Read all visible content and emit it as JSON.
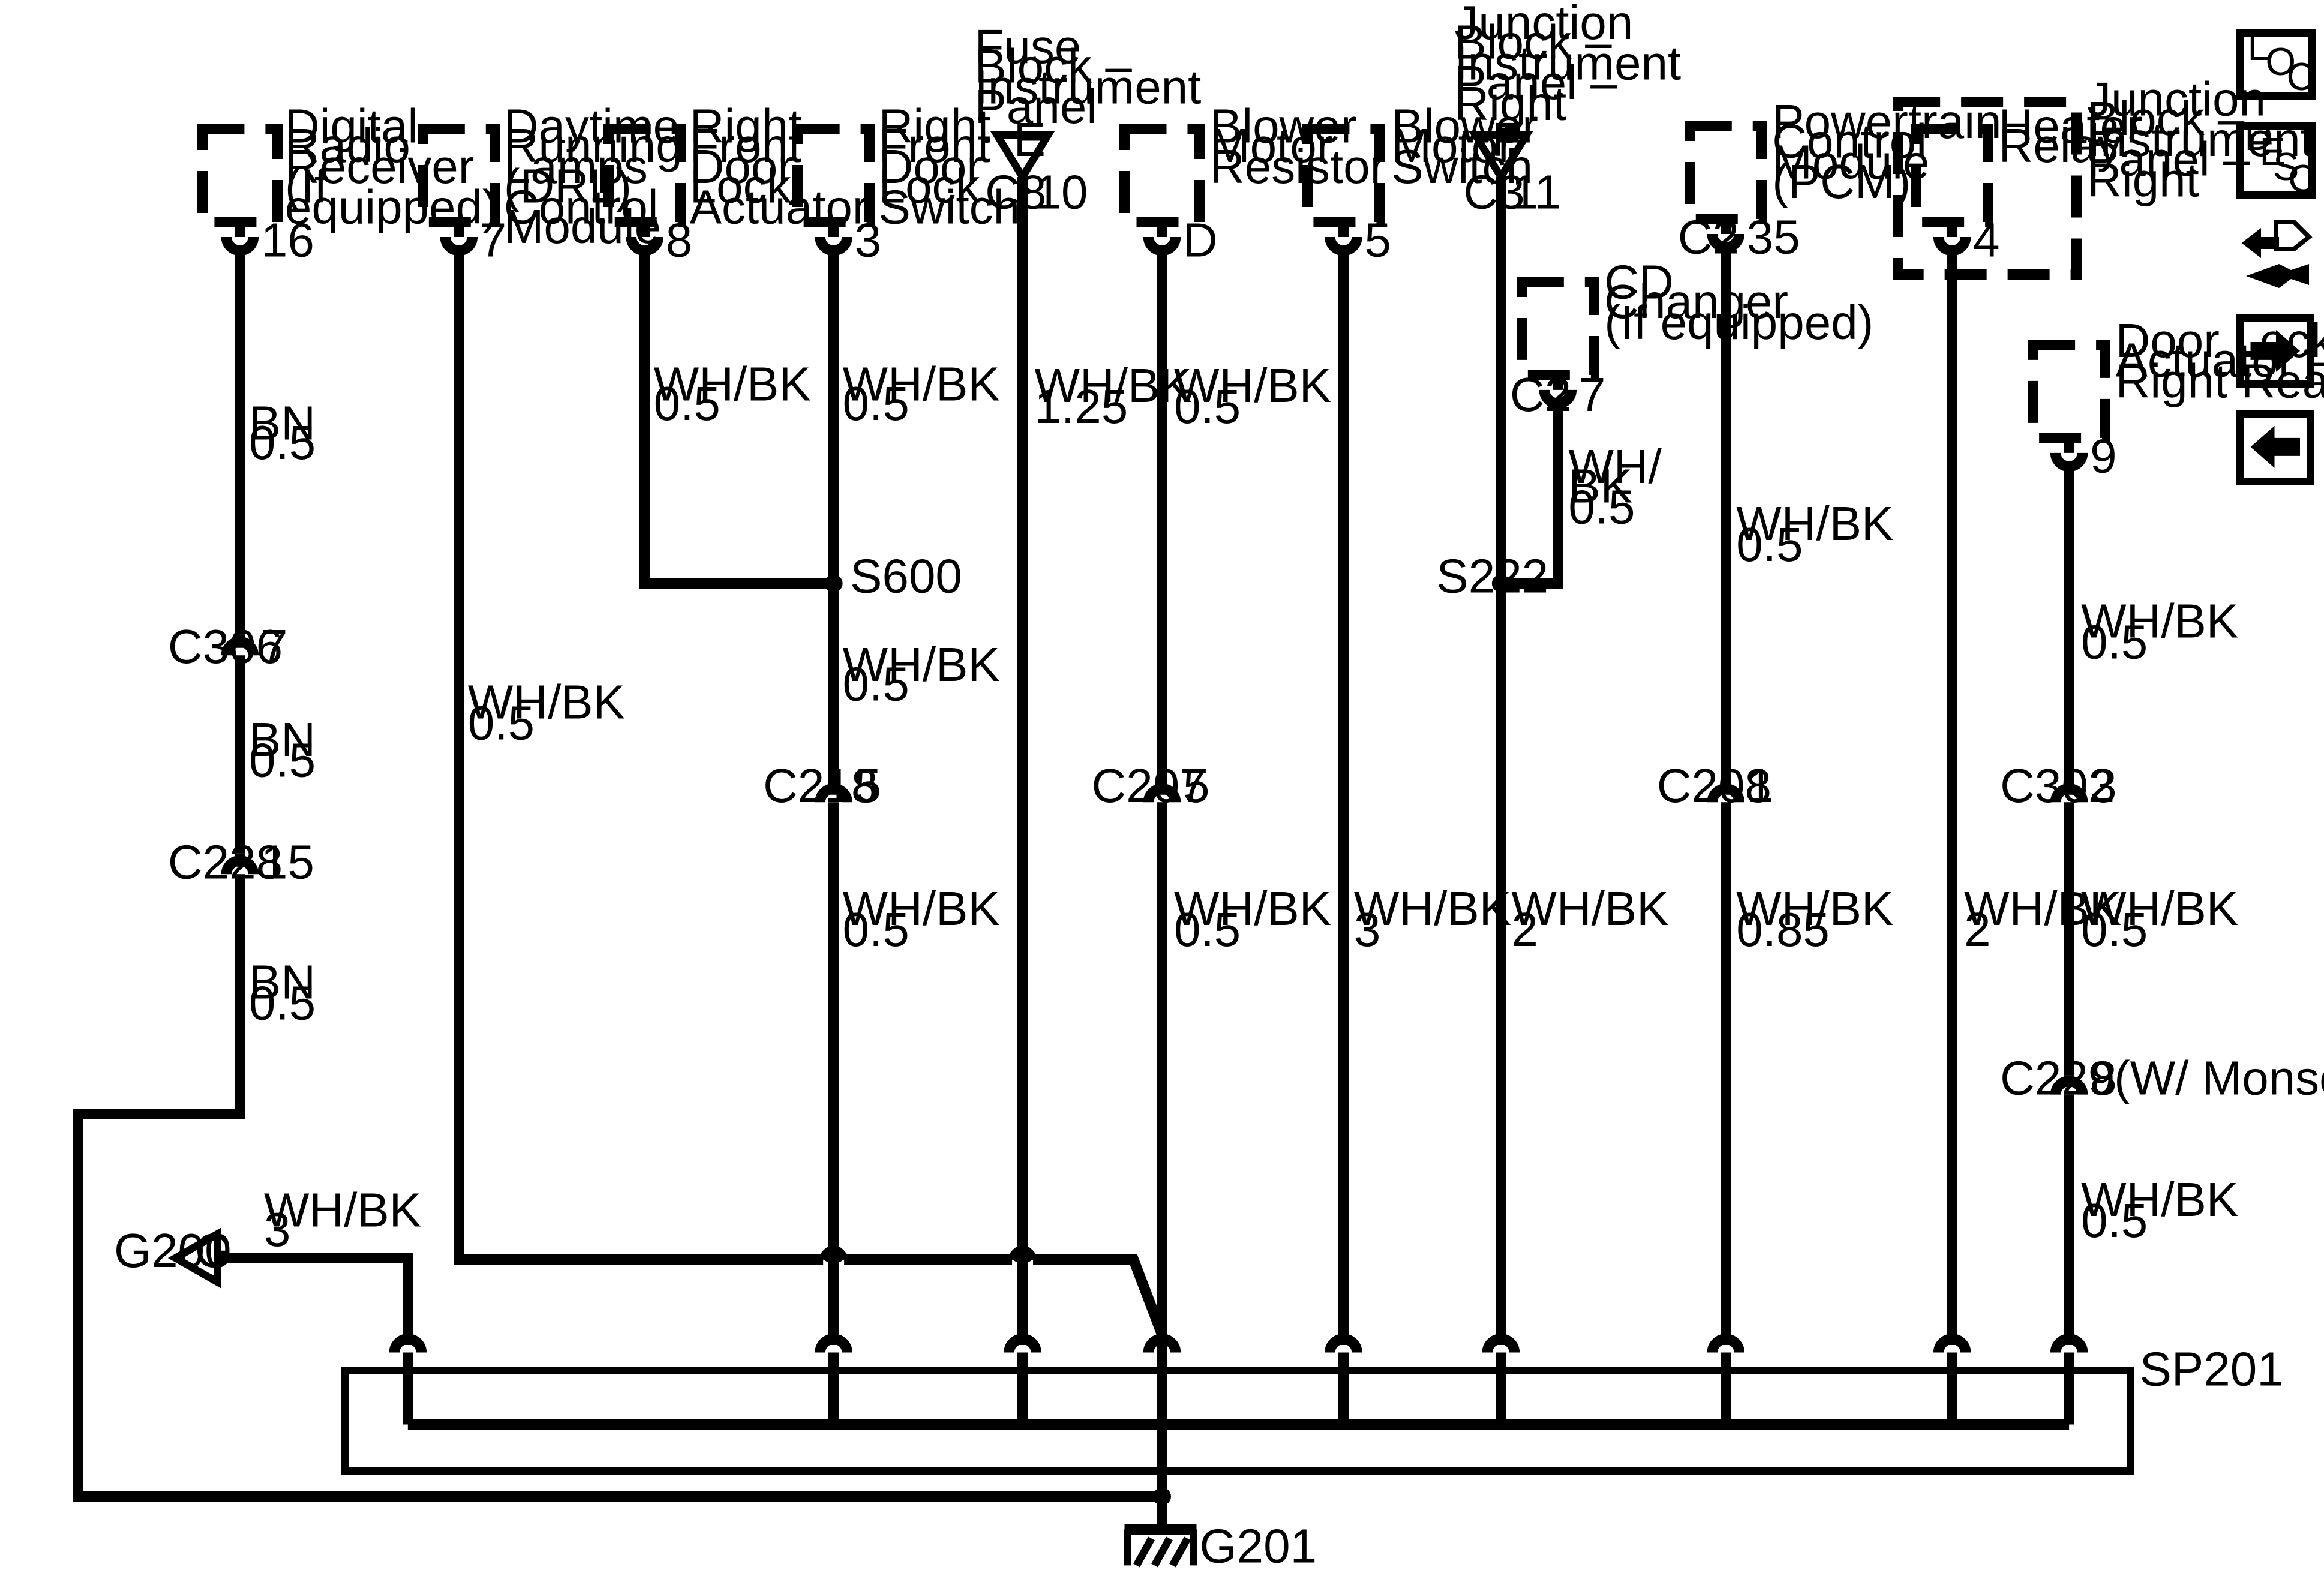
{
  "components": {
    "radio": [
      "Digital",
      "Radio",
      "Receiver",
      "(If",
      "equipped)"
    ],
    "drl": [
      "Daytime",
      "Running",
      "Lamps",
      "(DRL)",
      "Control",
      "Module"
    ],
    "rfdla": [
      "Right",
      "Front",
      "Door",
      "Lock",
      "Actuator"
    ],
    "rfdls": [
      "Right",
      "Front",
      "Door",
      "Lock",
      "Switch"
    ],
    "fuse": [
      "Fuse",
      "Block –",
      "Instrument",
      "Panel"
    ],
    "bmr": [
      "Blower",
      "Motor",
      "Resistor"
    ],
    "bms": [
      "Blower",
      "Motor",
      "Switch"
    ],
    "jb1": [
      "Junction",
      "Block –",
      "Instrument",
      "Panel –",
      "Right"
    ],
    "cd": [
      "CD",
      "Changer",
      "(If equipped)"
    ],
    "pcm": [
      "Powertrain",
      "Control",
      "Module",
      "(PCM)"
    ],
    "heater": [
      "Heater",
      "Relay"
    ],
    "jb2": [
      "Junction",
      "Block –",
      "Instrument",
      "Panel –",
      "Right"
    ],
    "dlarr": [
      "Door Lock",
      "Actuator –",
      "Right Rear"
    ]
  },
  "terminals": {
    "radio": "16",
    "drl": "7",
    "rfdla": "8",
    "rfdls": "3",
    "fuse_conn": "C8",
    "fuse_pin": "10",
    "fuse_letter": "E",
    "bmr": "D",
    "bms": "5",
    "jb1_conn": "C3",
    "jb1_pin": "11",
    "jb1_letter": "F",
    "cd_conn": "C2",
    "cd_pin": "7",
    "pcm_conn": "C2",
    "pcm_pin": "35",
    "heater": "4",
    "dlarr": "9"
  },
  "wires": {
    "bn_1": [
      "BN",
      "0.5"
    ],
    "bn_2": [
      "BN",
      "0.5"
    ],
    "bn_3": [
      "BN",
      "0.5"
    ],
    "drl": [
      "WH/BK",
      "0.5"
    ],
    "rfdla": [
      "WH/BK",
      "0.5"
    ],
    "rfdls_top": [
      "WH/BK",
      "0.5"
    ],
    "rfdls_mid": [
      "WH/BK",
      "0.5"
    ],
    "rfdls_low": [
      "WH/BK",
      "0.5"
    ],
    "fuse": [
      "WH/BK",
      "1.25"
    ],
    "bmr_top": [
      "WH/BK",
      "0.5"
    ],
    "bmr_low": [
      "WH/BK",
      "0.5"
    ],
    "bms": [
      "WH/BK",
      "3"
    ],
    "cd": [
      "WH/",
      "BK",
      "0.5"
    ],
    "jb1": [
      "WH/BK",
      "2"
    ],
    "pcm_top": [
      "WH/BK",
      "0.5"
    ],
    "pcm_low": [
      "WH/BK",
      "0.85"
    ],
    "heater": [
      "WH/BK",
      "2"
    ],
    "dl_top": [
      "WH/BK",
      "0.5"
    ],
    "dl_mid": [
      "WH/BK",
      "0.5"
    ],
    "dl_low": [
      "WH/BK",
      "0.5"
    ],
    "g200": [
      "WH/BK",
      "3"
    ]
  },
  "connectors": {
    "c306": "C306",
    "c306_pin": "7",
    "c228": "C228",
    "c228_pin": "15",
    "c218": "C218",
    "c218_pin": "5",
    "c207": "C207",
    "c207_pin": "5",
    "c208": "C208",
    "c208_pin": "1",
    "c302": "C302",
    "c302_pin": "3",
    "c229": "C229",
    "c229_pin": "8",
    "c229_note": "(W/ Monsoon)"
  },
  "splices": {
    "s600": "S600",
    "s222": "S222",
    "sp201": "SP201"
  },
  "grounds": {
    "g200": "G200",
    "g200_letter": "G",
    "g201": "G201"
  },
  "nav_icons": {
    "loc": [
      "L",
      "O",
      "C"
    ],
    "desc": [
      "D",
      "E",
      "S",
      "C"
    ]
  }
}
